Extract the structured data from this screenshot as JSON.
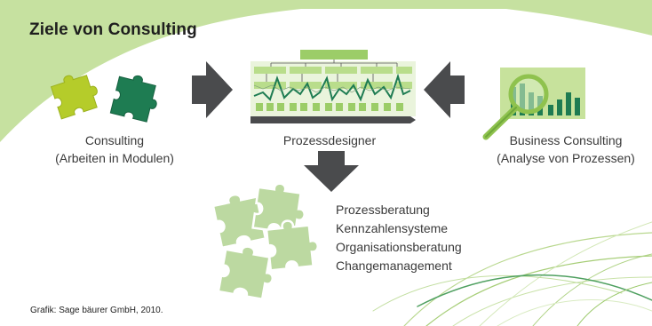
{
  "title": "Ziele von Consulting",
  "consulting": {
    "name": "Consulting",
    "detail": "(Arbeiten in Modulen)"
  },
  "prozessdesigner": {
    "name": "Prozessdesigner"
  },
  "business_consulting": {
    "name": "Business Consulting",
    "detail": "(Analyse von Prozessen)"
  },
  "results": [
    "Prozessberatung",
    "Kennzahlensysteme",
    "Organisationsberatung",
    "Changemanagement"
  ],
  "credit": "Grafik: Sage bäurer GmbH, 2010.",
  "colors": {
    "green_light": "#c7e29c",
    "green_mid": "#9ccd68",
    "green_lime": "#b5cc2a",
    "green_dark": "#1e7c52",
    "green_line": "#3f9a5d",
    "puzzle_pale": "#bcd9a1",
    "arrow_gray": "#4a4b4d"
  }
}
